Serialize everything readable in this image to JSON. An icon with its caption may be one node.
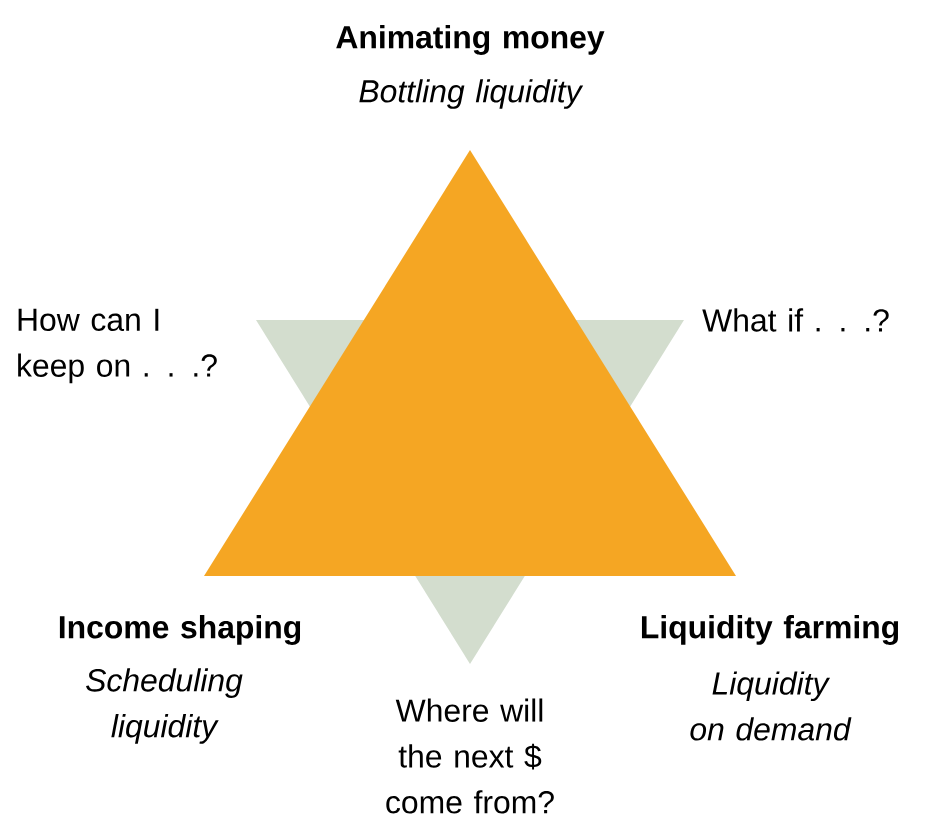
{
  "diagram": {
    "labels": [
      "Animating money",
      "Bottling liquidity",
      "How can I keep on . . .?",
      "What if . . .?",
      "Income shaping",
      "Scheduling liquidity",
      "Liquidity farming",
      "Liquidity on demand",
      "Where will the next $ come from?"
    ]
  }
}
